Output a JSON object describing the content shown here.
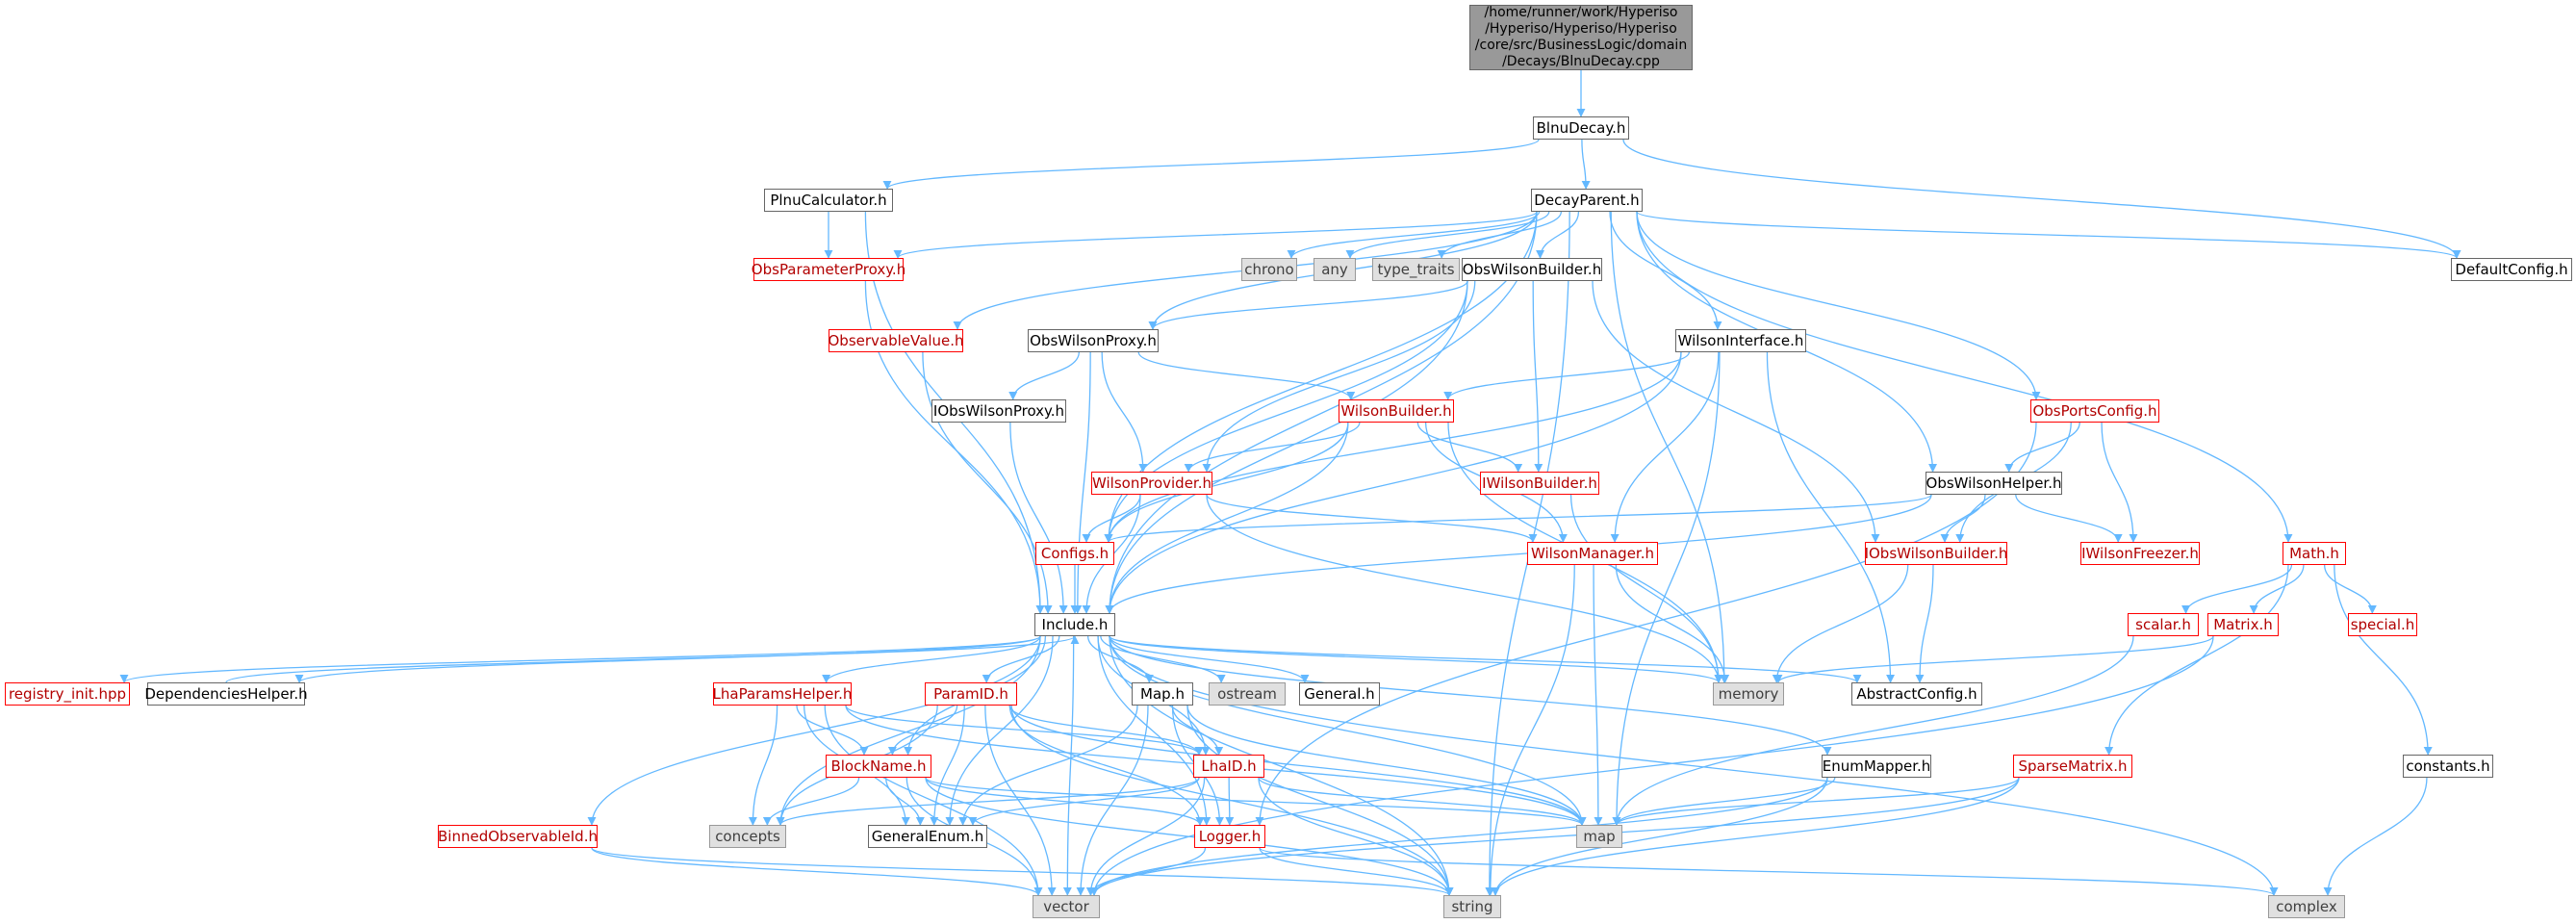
{
  "colors": {
    "edge": "#63b8ff",
    "local_border": "#666666",
    "red_border": "#ff0000",
    "red_text": "#b20000",
    "sys_fill": "#e0e0e0",
    "root_fill": "#999999"
  },
  "nodes": {
    "root": {
      "label": "/home/runner/work/Hyperiso\n/Hyperiso/Hyperiso/Hyperiso\n/core/src/BusinessLogic/domain\n/Decays/BlnuDecay.cpp",
      "kind": "root"
    },
    "blnudecay": {
      "label": "BlnuDecay.h",
      "kind": "local"
    },
    "plnucalc": {
      "label": "PlnuCalculator.h",
      "kind": "local"
    },
    "decayparent": {
      "label": "DecayParent.h",
      "kind": "local"
    },
    "defaultconfig": {
      "label": "DefaultConfig.h",
      "kind": "local"
    },
    "obsparamproxy": {
      "label": "ObsParameterProxy.h",
      "kind": "red"
    },
    "chrono": {
      "label": "chrono",
      "kind": "sys"
    },
    "any": {
      "label": "any",
      "kind": "sys"
    },
    "typetraits": {
      "label": "type_traits",
      "kind": "sys"
    },
    "obswilsonbuilder": {
      "label": "ObsWilsonBuilder.h",
      "kind": "local"
    },
    "observablevalue": {
      "label": "ObservableValue.h",
      "kind": "red"
    },
    "obswilsonproxy": {
      "label": "ObsWilsonProxy.h",
      "kind": "local"
    },
    "wilsoninterface": {
      "label": "WilsonInterface.h",
      "kind": "local"
    },
    "obsportsconfig": {
      "label": "ObsPortsConfig.h",
      "kind": "red"
    },
    "iobswilsonproxy": {
      "label": "IObsWilsonProxy.h",
      "kind": "local"
    },
    "wilsonbuilder": {
      "label": "WilsonBuilder.h",
      "kind": "red"
    },
    "wilsonprovider": {
      "label": "WilsonProvider.h",
      "kind": "red"
    },
    "iwilsonbuilder": {
      "label": "IWilsonBuilder.h",
      "kind": "red"
    },
    "obswilsonhelper": {
      "label": "ObsWilsonHelper.h",
      "kind": "local"
    },
    "configs": {
      "label": "Configs.h",
      "kind": "red"
    },
    "wilsonmanager": {
      "label": "WilsonManager.h",
      "kind": "red"
    },
    "iobswilsonbuilder": {
      "label": "IObsWilsonBuilder.h",
      "kind": "red"
    },
    "iwilsonfreezer": {
      "label": "IWilsonFreezer.h",
      "kind": "red"
    },
    "math": {
      "label": "Math.h",
      "kind": "red"
    },
    "include": {
      "label": "Include.h",
      "kind": "local"
    },
    "scalar": {
      "label": "scalar.h",
      "kind": "red"
    },
    "matrix": {
      "label": "Matrix.h",
      "kind": "red"
    },
    "special": {
      "label": "special.h",
      "kind": "red"
    },
    "registryinit": {
      "label": "registry_init.hpp",
      "kind": "red"
    },
    "dependencieshelper": {
      "label": "DependenciesHelper.h",
      "kind": "local"
    },
    "lhaparamshelper": {
      "label": "LhaParamsHelper.h",
      "kind": "red"
    },
    "paramid": {
      "label": "ParamID.h",
      "kind": "red"
    },
    "maph": {
      "label": "Map.h",
      "kind": "local"
    },
    "ostream": {
      "label": "ostream",
      "kind": "sys"
    },
    "general": {
      "label": "General.h",
      "kind": "local"
    },
    "memory": {
      "label": "memory",
      "kind": "sys"
    },
    "abstractconfig": {
      "label": "AbstractConfig.h",
      "kind": "local"
    },
    "blockname": {
      "label": "BlockName.h",
      "kind": "red"
    },
    "lhaid": {
      "label": "LhaID.h",
      "kind": "red"
    },
    "enummapper": {
      "label": "EnumMapper.h",
      "kind": "local"
    },
    "sparsematrix": {
      "label": "SparseMatrix.h",
      "kind": "red"
    },
    "constants": {
      "label": "constants.h",
      "kind": "local"
    },
    "binnedobsid": {
      "label": "BinnedObservableId.h",
      "kind": "red"
    },
    "concepts": {
      "label": "concepts",
      "kind": "sys"
    },
    "generalenum": {
      "label": "GeneralEnum.h",
      "kind": "local"
    },
    "logger": {
      "label": "Logger.h",
      "kind": "red"
    },
    "map": {
      "label": "map",
      "kind": "sys"
    },
    "vector": {
      "label": "vector",
      "kind": "sys"
    },
    "string": {
      "label": "string",
      "kind": "sys"
    },
    "complex": {
      "label": "complex",
      "kind": "sys"
    }
  }
}
